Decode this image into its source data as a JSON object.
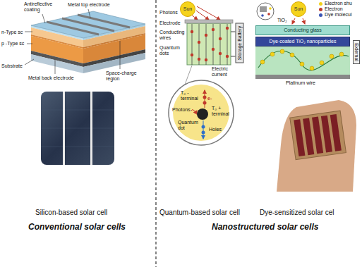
{
  "diagram": {
    "nodes": [
      {
        "text": [
          "Sun"
        ]
      },
      {
        "text": [
          "Storage Battery"
        ]
      },
      {
        "text": [
          "Sun"
        ]
      },
      {
        "text": [
          "Conducting glass"
        ]
      },
      {
        "text": [
          "Dye-coated TiO₂ nanoparticles"
        ]
      },
      {
        "text": [
          "External"
        ]
      }
    ],
    "labels": [
      "Antireflective coating",
      "Metal top electrode",
      "n-Type sc",
      "p -Type sc",
      "Substrate",
      "Metal back electrode",
      "Space-charge region",
      "Silicon-based solar cell",
      "Conventional solar cells",
      "Photons",
      "Electrode",
      "Conducting wires",
      "Quantum dots",
      "Electric current",
      "T₀ - terminal",
      "T₀ + terminal",
      "Photons",
      "Quantum dot",
      "Holes",
      "e-",
      "TiO₂",
      "Platinum wire",
      "Quantum-based solar cell",
      "Dye-sensitized solar cel",
      "Nanostructured solar cells"
    ],
    "legend": [
      {
        "text": "Electron shu",
        "color": "#f2d21b"
      },
      {
        "text": "Electron",
        "color": "#c0392b"
      },
      {
        "text": "Dye molecul",
        "color": "#3a55b4"
      }
    ]
  }
}
